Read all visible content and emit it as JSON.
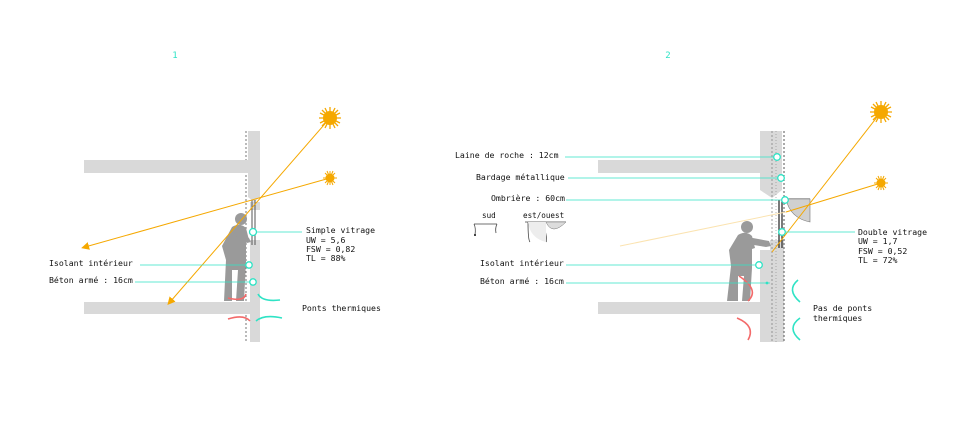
{
  "colors": {
    "wall": "#d9d9d9",
    "slab": "#d9d9d9",
    "person": "#9a9a9a",
    "sun": "#f5a800",
    "ray": "#f5a800",
    "leader": "#2fe3c5",
    "warm_arrow": "#f36a6a",
    "cold_arrow": "#2fe3c5",
    "text": "#111111"
  },
  "icons": {
    "sun": "sun-icon",
    "person": "person-silhouette",
    "thermal_bridge": "curved-arrow-icon"
  },
  "panel1": {
    "number": "1",
    "glazing": {
      "title": "Simple vitrage",
      "uw": "UW = 5,6",
      "fsw": "FSW = 0,82",
      "tl": "TL = 88%"
    },
    "labels": {
      "insulation": "Isolant intérieur",
      "concrete": "Béton armé : 16cm",
      "bridges": "Ponts thermiques"
    }
  },
  "panel2": {
    "number": "2",
    "glazing": {
      "title": "Double vitrage",
      "uw": "UW = 1,7",
      "fsw": "FSW = 0,52",
      "tl": "TL = 72%"
    },
    "labels": {
      "rock_wool": "Laine de roche : 12cm",
      "cladding": "Bardage métallique",
      "awning": "Ombrière : 60cm",
      "south": "sud",
      "east_west": "est/ouest",
      "insulation": "Isolant intérieur",
      "concrete": "Béton armé : 16cm",
      "no_bridges_1": "Pas de ponts",
      "no_bridges_2": "thermiques"
    }
  }
}
